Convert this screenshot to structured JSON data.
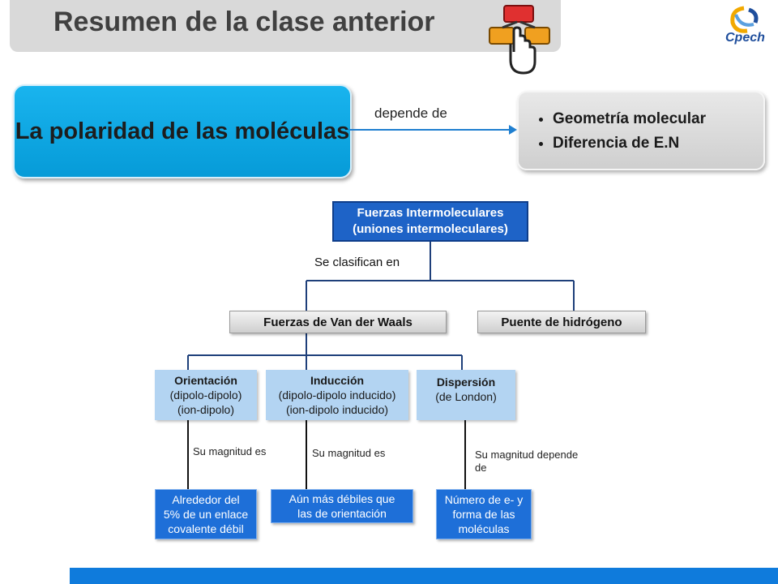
{
  "header": {
    "title": "Resumen de la clase anterior"
  },
  "logo": {
    "text": "Cpech"
  },
  "concept": {
    "main": "La polaridad de las moléculas",
    "connector": "depende de",
    "factors": [
      "Geometría molecular",
      "Diferencia de E.N"
    ]
  },
  "diagram": {
    "root": {
      "line1": "Fuerzas Intermoleculares",
      "line2": "(uniones intermoleculares)"
    },
    "classify_label": "Se clasifican en",
    "vdw": "Fuerzas de Van der Waals",
    "hydrogen": "Puente de hidrógeno",
    "subtypes": [
      {
        "title": "Orientación",
        "l1": "(dipolo-dipolo)",
        "l2": "(ion-dipolo)"
      },
      {
        "title": "Inducción",
        "l1": "(dipolo-dipolo inducido)",
        "l2": "(ion-dipolo inducido)"
      },
      {
        "title": "Dispersión",
        "l1": "(de London)",
        "l2": ""
      }
    ],
    "edge_labels": [
      "Su magnitud es",
      "Su magnitud es",
      "Su magnitud depende",
      "de"
    ],
    "results": [
      {
        "l1": "Alrededor del",
        "l2": "5% de un enlace",
        "l3": "covalente débil"
      },
      {
        "l1": "Aún más débiles que",
        "l2": "las de orientación",
        "l3": ""
      },
      {
        "l1": "Número de e- y",
        "l2": "forma de las",
        "l3": "moléculas"
      }
    ]
  },
  "colors": {
    "accent": "#1e63c7",
    "light_blue": "#b3d4f2",
    "cyan": "#0aa6e4",
    "footer": "#0f7bdc"
  }
}
